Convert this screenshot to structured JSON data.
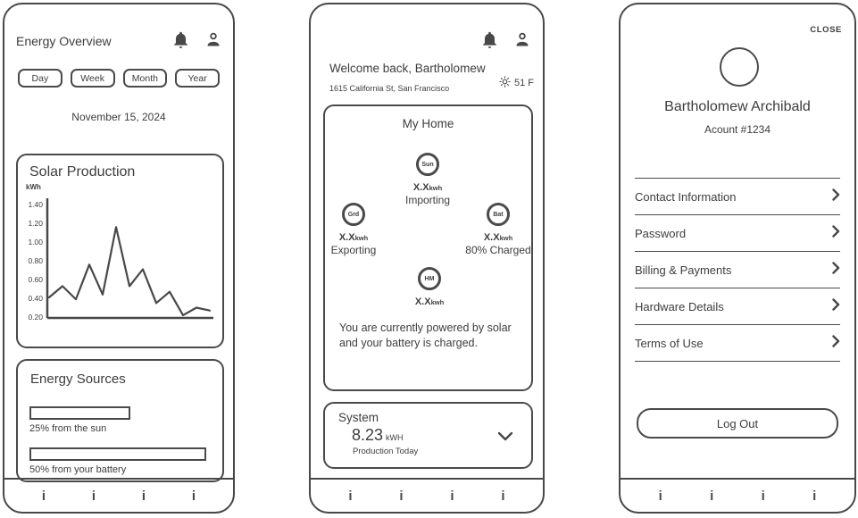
{
  "colors": {
    "stroke": "#484848",
    "text": "#3d3d3d"
  },
  "nav": {
    "icon": "i"
  },
  "phone1": {
    "title": "Energy Overview",
    "tabs": [
      "Day",
      "Week",
      "Month",
      "Year"
    ],
    "date": "November 15, 2024",
    "solar_card": {
      "title": "Solar Production",
      "unit": "kWh",
      "yticks": [
        "1.40",
        "1.20",
        "1.00",
        "0.80",
        "0.60",
        "0.40",
        "0.20"
      ]
    },
    "sources_card": {
      "title": "Energy Sources",
      "bars": [
        {
          "label": "25% from the sun"
        },
        {
          "label": "50% from your battery"
        }
      ]
    }
  },
  "chart_data": {
    "type": "line",
    "title": "Solar Production",
    "ylabel": "kWh",
    "ylim": [
      0.2,
      1.4
    ],
    "yticks": [
      0.2,
      0.4,
      0.6,
      0.8,
      1.0,
      1.2,
      1.4
    ],
    "x": [
      0,
      1,
      2,
      3,
      4,
      5,
      6,
      7,
      8,
      9,
      10,
      11,
      12
    ],
    "values": [
      0.4,
      0.52,
      0.38,
      0.75,
      0.43,
      1.15,
      0.52,
      0.7,
      0.34,
      0.46,
      0.21,
      0.29,
      0.26
    ],
    "grid": false,
    "legend": false
  },
  "phone2": {
    "greeting": "Welcome back, Bartholomew",
    "address": "1615 California St, San Francisco",
    "temperature": "51 F",
    "home_card": {
      "title": "My Home",
      "nodes": [
        {
          "id": "sun",
          "label": "Sun",
          "value": "X.X",
          "unit": "kwh",
          "caption": "Importing"
        },
        {
          "id": "grid",
          "label": "Grd",
          "value": "X.X",
          "unit": "kwh",
          "caption": "Exporting"
        },
        {
          "id": "battery",
          "label": "Bat",
          "value": "X.X",
          "unit": "kwh",
          "caption": "80% Charged"
        },
        {
          "id": "home",
          "label": "HM",
          "value": "X.X",
          "unit": "kwh",
          "caption": ""
        }
      ],
      "status_message": "You are currently powered by solar and your battery is charged."
    },
    "system_card": {
      "title": "System",
      "value": "8.23",
      "unit": "kWH",
      "caption": "Production Today"
    }
  },
  "phone3": {
    "close_label": "CLOSE",
    "name": "Bartholomew Archibald",
    "account": "Acount #1234",
    "menu_items": [
      "Contact Information",
      "Password",
      "Billing & Payments",
      "Hardware Details",
      "Terms of Use"
    ],
    "logout_label": "Log Out"
  }
}
